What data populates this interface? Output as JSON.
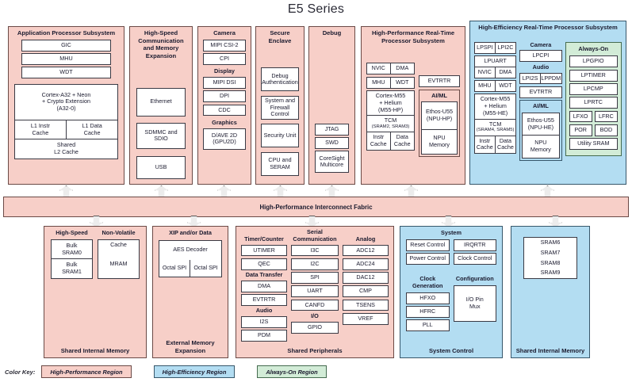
{
  "title": "E5 Series",
  "fabric": {
    "label": "High-Performance Interconnect Fabric"
  },
  "color_key": {
    "label": "Color Key:",
    "items": [
      {
        "name": "High-Performance Region",
        "color": "#f7cfc8"
      },
      {
        "name": "High-Efficiency Region",
        "color": "#b3ddf2"
      },
      {
        "name": "Always-On Region",
        "color": "#d2ecd7"
      }
    ]
  },
  "top": {
    "app": {
      "title": "Application Processor Subsystem",
      "gic": "GIC",
      "mhu": "MHU",
      "wdt": "WDT",
      "cpu": "Cortex-A32 + Neon",
      "cpu2": "+ Crypto Extension",
      "cpu3": "(A32-0)",
      "l1i": "L1 Instr",
      "l1i2": "Cache",
      "l1d": "L1 Data",
      "l1d2": "Cache",
      "l2": "Shared",
      "l2b": "L2 Cache"
    },
    "hs_comm": {
      "title": "High-Speed Communication and Memory Expansion",
      "items": [
        "Ethernet",
        "SDMMC and SDIO",
        "USB"
      ]
    },
    "camera": {
      "title": "Camera",
      "items": [
        "MIPI CSI-2",
        "CPI"
      ],
      "display_title": "Display",
      "display_items": [
        "MIPI DSI",
        "DPI",
        "CDC"
      ],
      "graphics_title": "Graphics",
      "graphics": "D/AVE 2D",
      "graphics2": "(GPU2D)"
    },
    "secure": {
      "title": "Secure Enclave",
      "items": [
        "Debug Authentication",
        "System and Firewall Control",
        "Security Unit",
        "CPU and SERAM"
      ]
    },
    "debug": {
      "title": "Debug",
      "items": [
        "JTAG",
        "SWD",
        "CoreSight Multicore"
      ]
    },
    "hp_rt": {
      "title": "High-Performance Real-Time Processor Subsystem",
      "nvic": "NVIC",
      "dma": "DMA",
      "mhu": "MHU",
      "wdt": "WDT",
      "cpu": "Cortex-M55",
      "cpu2": "+ Helium",
      "cpu3": "(M55-HP)",
      "tcm": "TCM",
      "tcm_sub": "(SRAM2, SRAM3)",
      "instr": "Instr",
      "instr2": "Cache",
      "data": "Data",
      "data2": "Cache",
      "evtrtr": "EVTRTR",
      "aiml": "AI/ML",
      "npu": "Ethos-U55",
      "npu2": "(NPU-HP)",
      "npumem": "NPU",
      "npumem2": "Memory"
    },
    "he_rt": {
      "title": "High-Efficiency Real-Time Processor Subsystem",
      "lpspi": "LPSPI",
      "lpi2c": "LPI2C",
      "lpuart": "LPUART",
      "nvic": "NVIC",
      "dma": "DMA",
      "mhu": "MHU",
      "wdt": "WDT",
      "cpu": "Cortex-M55",
      "cpu2": "+ Helium",
      "cpu3": "(M55-HE)",
      "tcm": "TCM",
      "tcm_sub": "(SRAM4, SRAM5)",
      "instr": "Instr",
      "instr2": "Cache",
      "data": "Data",
      "data2": "Cache",
      "camera_title": "Camera",
      "lpcpi": "LPCPI",
      "audio_title": "Audio",
      "lpi2s": "LPI2S",
      "lppdm": "LPPDM",
      "evtrtr": "EVTRTR",
      "aiml": "AI/ML",
      "npu": "Ethos-U55",
      "npu2": "(NPU-HE)",
      "npumem": "NPU",
      "npumem2": "Memory",
      "ao": {
        "title": "Always-On",
        "items": [
          "LPGPIO",
          "LPTIMER",
          "LPCMP",
          "LPRTC"
        ],
        "lfxo": "LFXO",
        "lfrc": "LFRC",
        "por": "POR",
        "bod": "BOD",
        "util": "Utility SRAM"
      }
    }
  },
  "bottom": {
    "shared_mem": {
      "label": "Shared Internal Memory",
      "hs_title": "High-Speed",
      "nv_title": "Non-Volatile",
      "bulk0": "Bulk",
      "bulk0b": "SRAM0",
      "bulk1": "Bulk",
      "bulk1b": "SRAM1",
      "cache": "Cache",
      "mram": "MRAM"
    },
    "ext_mem": {
      "label": "External Memory Expansion",
      "xip_title": "XIP and/or Data",
      "aes": "AES Decoder",
      "ospi1": "Octal SPI",
      "ospi2": "Octal SPI"
    },
    "peripherals": {
      "label": "Shared Peripherals",
      "serial_title": "Serial",
      "timer_title": "Timer/Counter",
      "timer_items": [
        "UTIMER",
        "QEC"
      ],
      "datatransfer_title": "Data Transfer",
      "datatransfer_items": [
        "DMA",
        "EVTRTR"
      ],
      "audio_title": "Audio",
      "audio_items": [
        "I2S",
        "PDM"
      ],
      "comm_title": "Communication",
      "comm_items": [
        "I3C",
        "I2C",
        "SPI",
        "UART",
        "CANFD"
      ],
      "io_title": "I/O",
      "io_items": [
        "GPIO"
      ],
      "analog_title": "Analog",
      "analog_items": [
        "ADC12",
        "ADC24",
        "DAC12",
        "CMP",
        "TSENS",
        "VREF"
      ]
    },
    "sys_control": {
      "label": "System Control",
      "system_title": "System",
      "reset": "Reset Control",
      "irqrtr": "IRQRTR",
      "power": "Power Control",
      "clockctl": "Clock Control",
      "clockgen_title": "Clock Generation",
      "clockgen_items": [
        "HFXO",
        "HFRC",
        "PLL"
      ],
      "config_title": "Configuration",
      "iopin": "I/O Pin",
      "iopin2": "Mux"
    },
    "shared_mem2": {
      "label": "Shared Internal Memory",
      "items": [
        "SRAM6",
        "SRAM7",
        "SRAM8",
        "SRAM9"
      ]
    }
  }
}
